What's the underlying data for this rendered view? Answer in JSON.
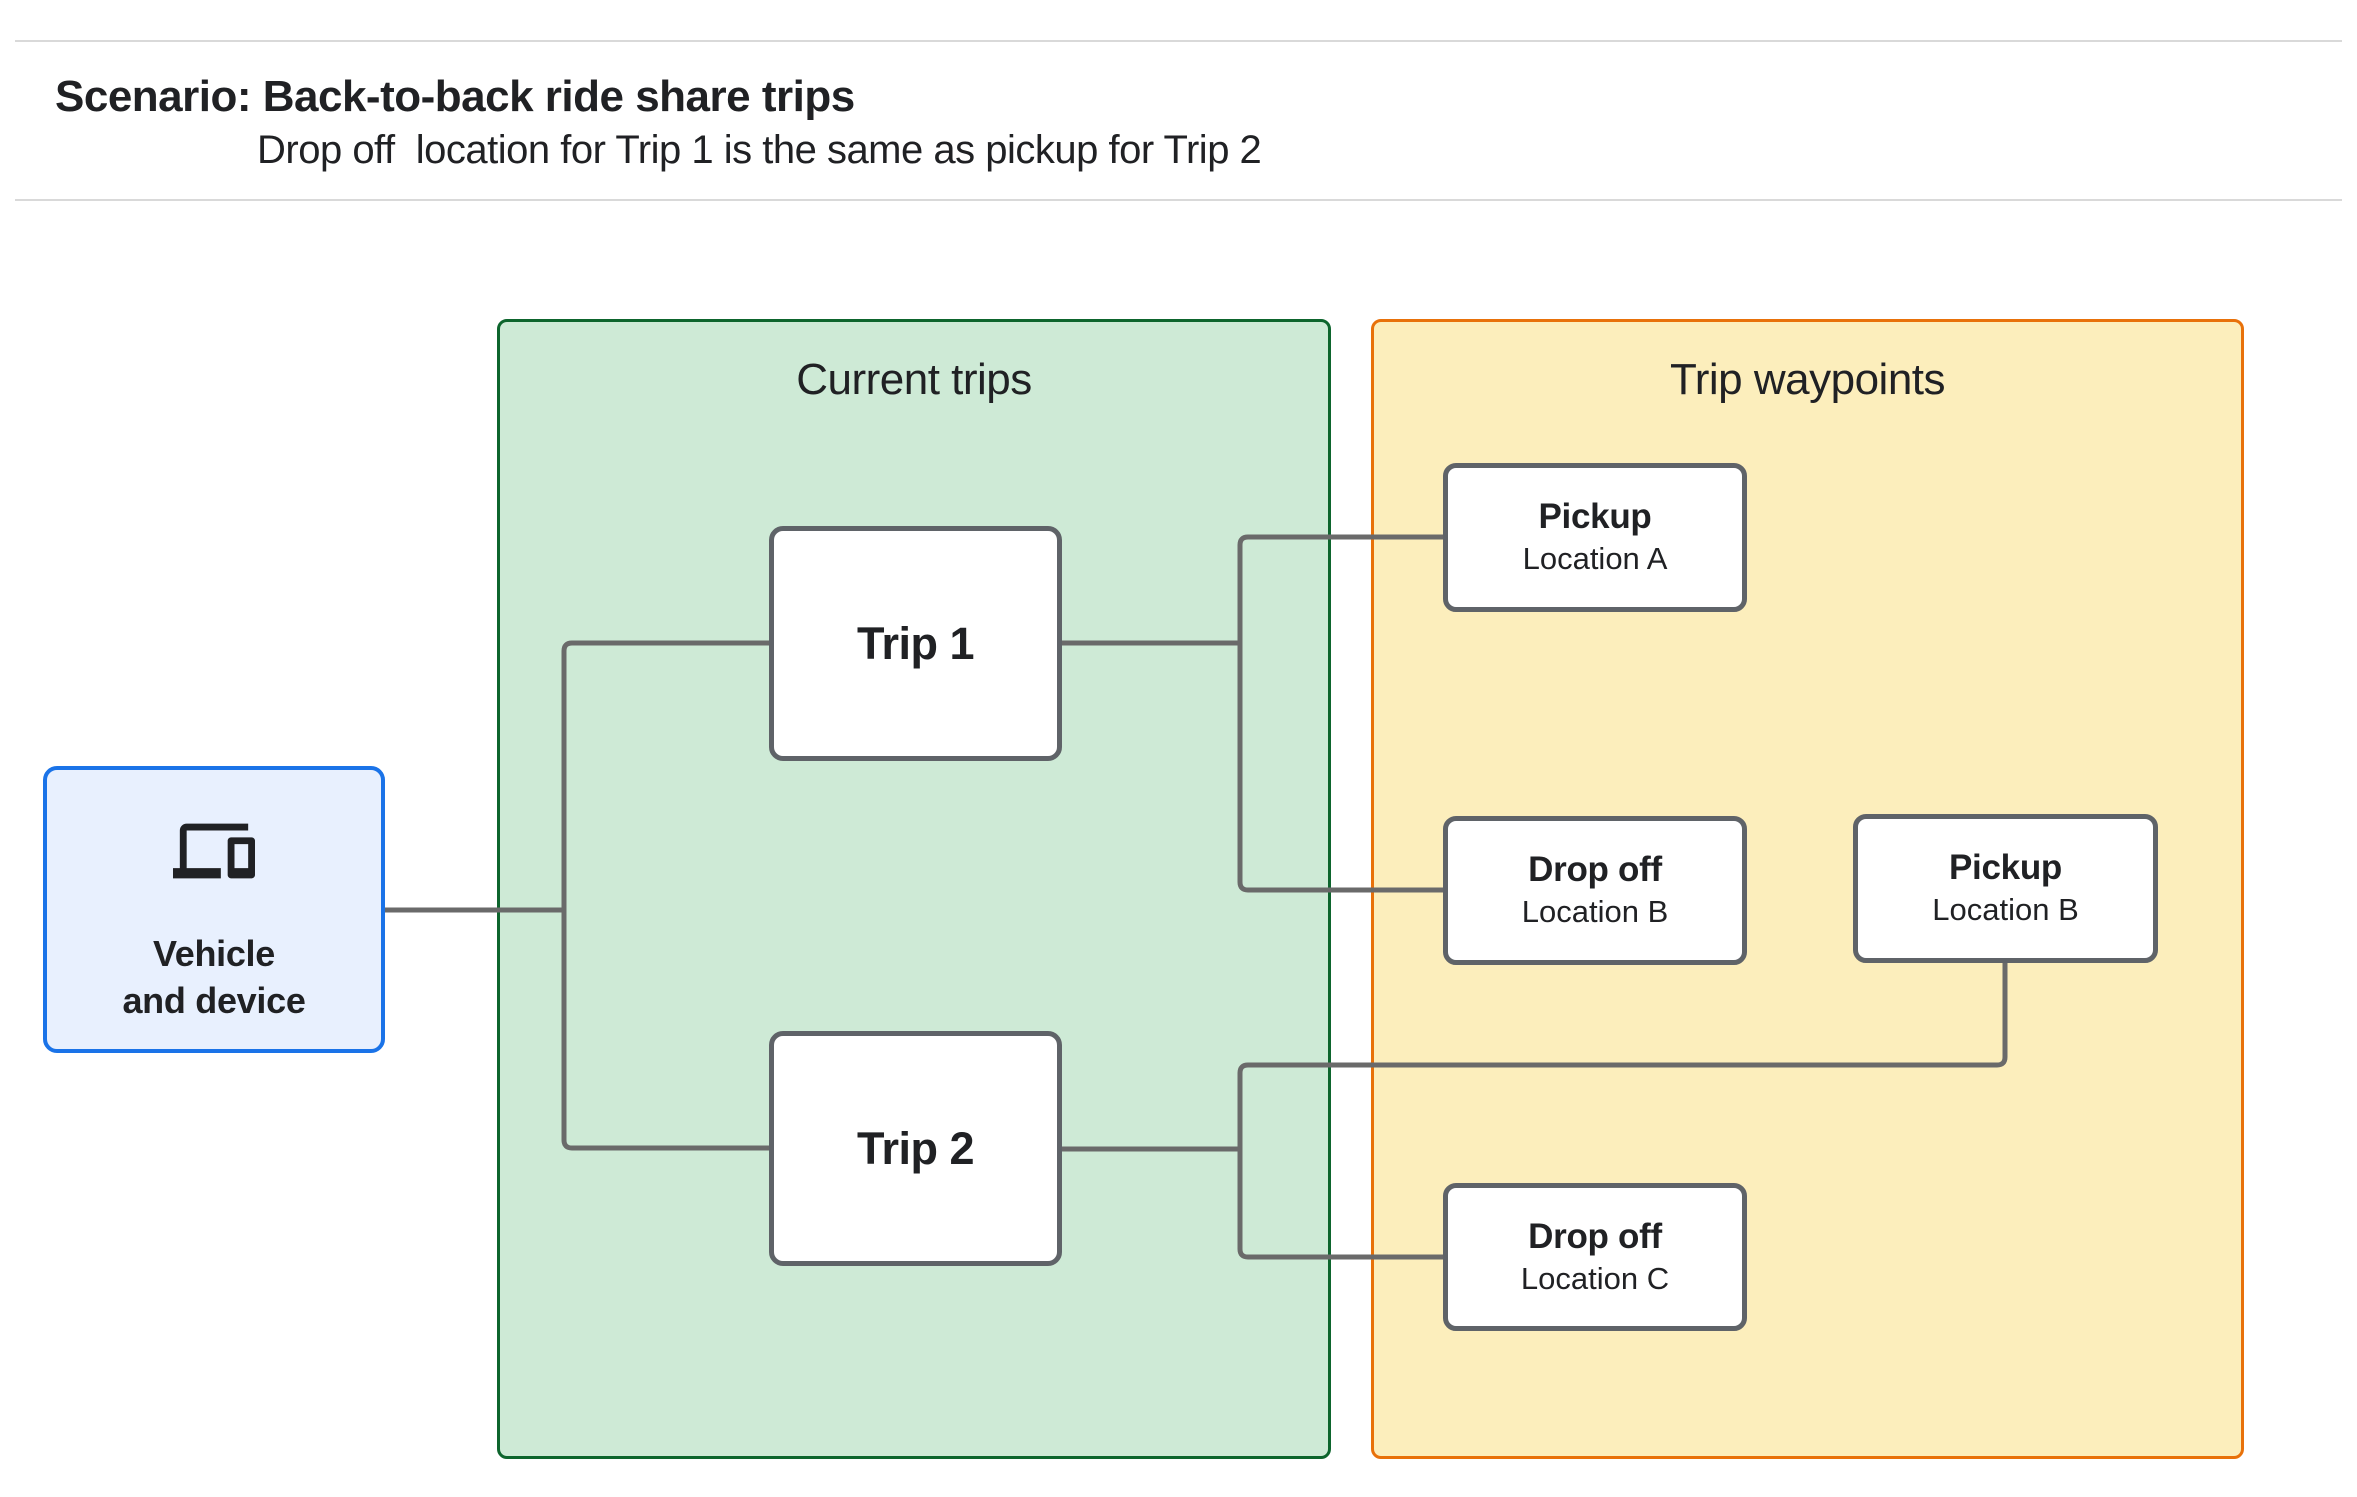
{
  "header": {
    "title": "Scenario: Back-to-back ride share trips",
    "subtitle": "Drop off  location for Trip 1 is the same as pickup for Trip 2"
  },
  "vehicle_node": {
    "icon": "devices-icon",
    "label_line1": "Vehicle",
    "label_line2": "and device"
  },
  "panels": {
    "current_trips": {
      "title": "Current trips"
    },
    "trip_waypoints": {
      "title": "Trip waypoints"
    }
  },
  "trips": [
    {
      "label": "Trip 1"
    },
    {
      "label": "Trip 2"
    }
  ],
  "waypoints": [
    {
      "title": "Pickup",
      "subtitle": "Location A"
    },
    {
      "title": "Drop off",
      "subtitle": "Location B"
    },
    {
      "title": "Pickup",
      "subtitle": "Location B"
    },
    {
      "title": "Drop off",
      "subtitle": "Location C"
    }
  ],
  "colors": {
    "vehicle_fill": "#e8f0fe",
    "vehicle_border": "#1a73e8",
    "current_trips_fill": "#ceead6",
    "current_trips_border": "#0d652d",
    "trip_waypoints_fill": "#fceebc",
    "trip_waypoints_border": "#e8710a",
    "node_border": "#5f6368",
    "connector": "#6a6a6a",
    "text": "#202124"
  }
}
